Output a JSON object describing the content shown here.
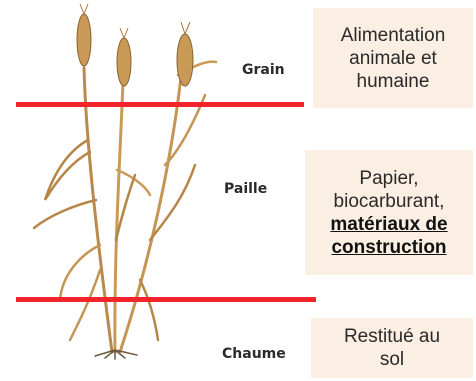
{
  "sections": {
    "grain": {
      "label": "Grain",
      "use_lines": [
        "Alimentation",
        "animale et",
        "humaine"
      ]
    },
    "paille": {
      "label": "Paille",
      "use_lines": [
        "Papier,",
        "biocarburant,"
      ],
      "use_emphasis_lines": [
        "matériaux de",
        "construction"
      ]
    },
    "chaume": {
      "label": "Chaume",
      "use_lines": [
        "Restitué au",
        "sol"
      ]
    }
  },
  "colors": {
    "cut_line": "#f1232b",
    "box_background": "#fbeee3",
    "stem": "#c99a55",
    "ear": "#b8844a"
  }
}
